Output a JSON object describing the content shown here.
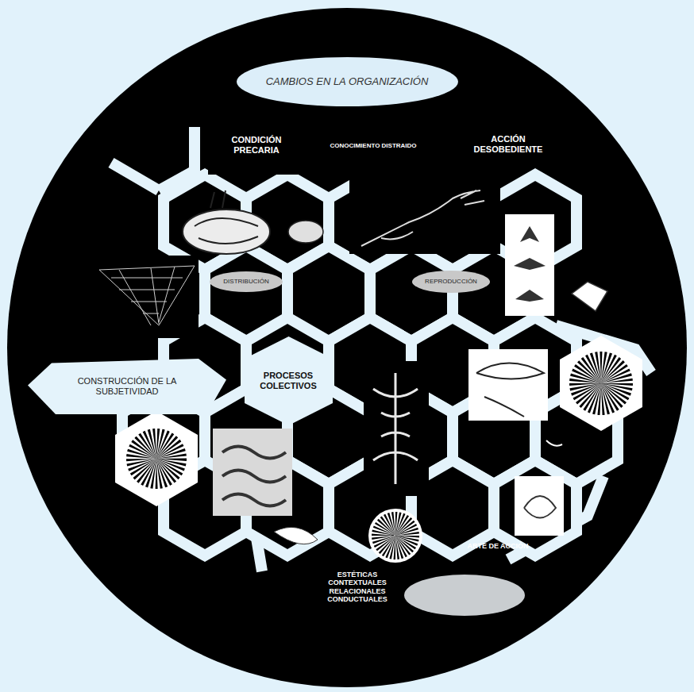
{
  "diagram": {
    "nodes": [
      {
        "text": [
          "CAMBIOS EN LA ORGANIZACIÓN"
        ]
      },
      {
        "text": [
          "DISTRIBUCIÓN"
        ]
      },
      {
        "text": [
          "REPRODUCCIÓN"
        ]
      },
      {
        "text": [
          "CONSTRUCCIÓN DE LA SUBJETIVIDAD"
        ]
      },
      {
        "text": [
          "PROCESOS COLECTIVOS"
        ]
      }
    ],
    "labels": [
      "CONDICIÓN PRECARIA",
      "CONOCIMIENTO DISTRAIDO",
      "ACCIÓN DESOBEDIENTE",
      "ARTE DE ACCIÓN",
      "ESTÉTICAS CONTEXTUALES RELACIONALES CONDUCTUALES"
    ]
  }
}
